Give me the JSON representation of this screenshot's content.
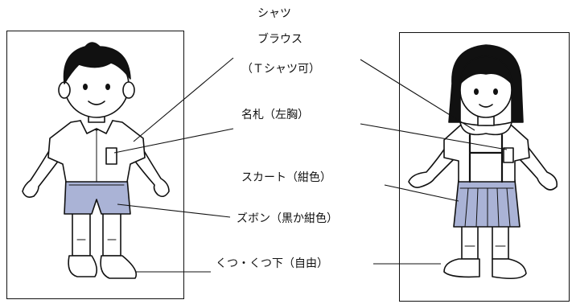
{
  "labels": {
    "shirt": "シャツ",
    "blouse": "ブラウス",
    "tshirt_ok": "（Ｔシャツ可）",
    "nametag": "名札（左胸）",
    "skirt": "スカート（紺色）",
    "pants": "ズボン（黒か紺色）",
    "shoes_socks": "くつ・くつ下（自由）"
  },
  "colors": {
    "uniform_bottom": "#aab3d6",
    "outline": "#111111"
  }
}
